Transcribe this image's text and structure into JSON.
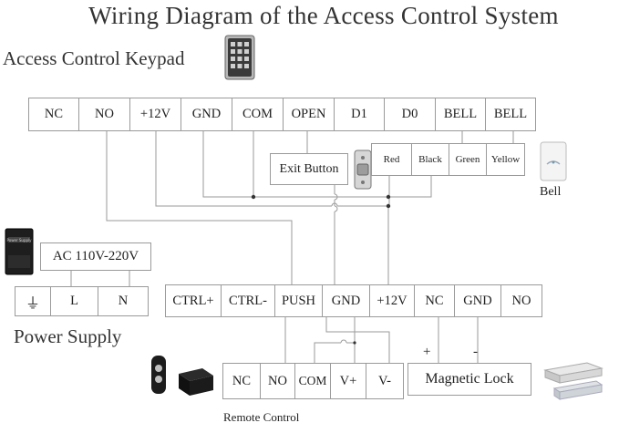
{
  "title": "Wiring Diagram of the Access Control System",
  "keypad_label": "Access Control Keypad",
  "keypad_terminals": [
    "NC",
    "NO",
    "+12V",
    "GND",
    "COM",
    "OPEN",
    "D1",
    "D0",
    "BELL",
    "BELL"
  ],
  "exit_button_label": "Exit Button",
  "bell_wires": [
    "Red",
    "Black",
    "Green",
    "Yellow"
  ],
  "bell_label": "Bell",
  "power_input_label": "AC 110V-220V",
  "power_terminals": [
    "⏚",
    "L",
    "N"
  ],
  "power_supply_label": "Power Supply",
  "controller_terminals": [
    "CTRL+",
    "CTRL-",
    "PUSH",
    "GND",
    "+12V",
    "NC",
    "GND",
    "NO"
  ],
  "remote_terminals": [
    "NC",
    "NO",
    "COM",
    "V+",
    "V-"
  ],
  "remote_label": "Remote Control",
  "lock_label": "Magnetic Lock",
  "lock_polarity": [
    "+",
    "-"
  ],
  "colors": {
    "line": "#9a9a9a",
    "text": "#222222"
  },
  "icons": [
    "keypad-device-icon",
    "exit-button-device-icon",
    "bell-device-icon",
    "power-supply-device-icon",
    "remote-fob-icon",
    "receiver-module-icon",
    "magnetic-lock-device-icon"
  ]
}
